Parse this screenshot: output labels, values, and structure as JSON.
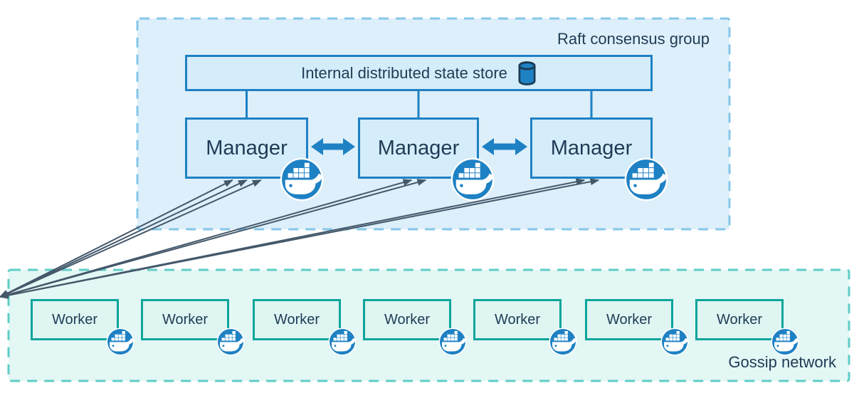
{
  "diagram": {
    "raft_group": {
      "label": "Raft consensus group",
      "state_store_label": "Internal distributed state store",
      "managers": [
        "Manager",
        "Manager",
        "Manager"
      ]
    },
    "gossip_network": {
      "label": "Gossip network",
      "workers": [
        "Worker",
        "Worker",
        "Worker",
        "Worker",
        "Worker",
        "Worker",
        "Worker"
      ]
    },
    "links": [
      {
        "manager": 0,
        "worker": 0
      },
      {
        "manager": 0,
        "worker": 1
      },
      {
        "manager": 0,
        "worker": 4
      },
      {
        "manager": 1,
        "worker": 2
      },
      {
        "manager": 1,
        "worker": 5
      },
      {
        "manager": 2,
        "worker": 3
      },
      {
        "manager": 2,
        "worker": 6
      }
    ],
    "manager_peer_links": [
      [
        0,
        1
      ],
      [
        1,
        2
      ]
    ],
    "icons": {
      "node_badge": "docker-whale-icon",
      "state_store": "database-icon"
    },
    "colors": {
      "docker_blue": "#1e81c4",
      "box_fill_blue": "#d5ecfa",
      "raft_fill": "#ddeffa",
      "raft_dash": "#85c7e8",
      "teal_border": "#0da59b",
      "worker_fill": "#def5f2",
      "gossip_fill": "#e3f7f5",
      "gossip_dash": "#5fcdc6",
      "arrow": "#44586a",
      "text": "#1f3b54"
    }
  }
}
